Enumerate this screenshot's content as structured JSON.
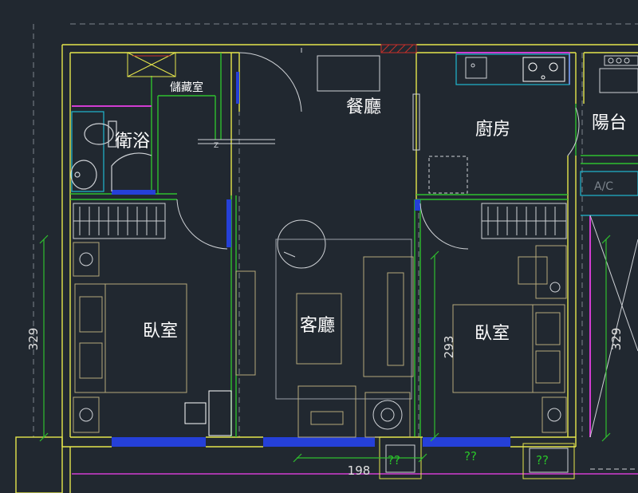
{
  "drawing": {
    "background": "#212830",
    "colors": {
      "wall": "#e6e64c",
      "partition": "#2fbf2f",
      "window": "#2540d8",
      "furniture": "#b5a97a",
      "fixture": "#cfd2d6",
      "grid": "#7d858d",
      "accent": "#d23cd2",
      "cyan": "#1fb8cf",
      "red": "#c8302a"
    }
  },
  "rooms": {
    "storage": "儲藏室",
    "bathroom": "衛浴",
    "dining": "餐廳",
    "kitchen": "廚房",
    "balcony": "陽台",
    "bedroom_left": "臥室",
    "living": "客廳",
    "bedroom_right": "臥室"
  },
  "labels": {
    "ac": "A/C",
    "small_mark": "Z",
    "unknown_1": "??",
    "unknown_2": "??",
    "unknown_3": "??"
  },
  "dimensions": {
    "left_height": "329",
    "right_height": "329",
    "bedroom_height": "293",
    "bottom_width": "198"
  }
}
